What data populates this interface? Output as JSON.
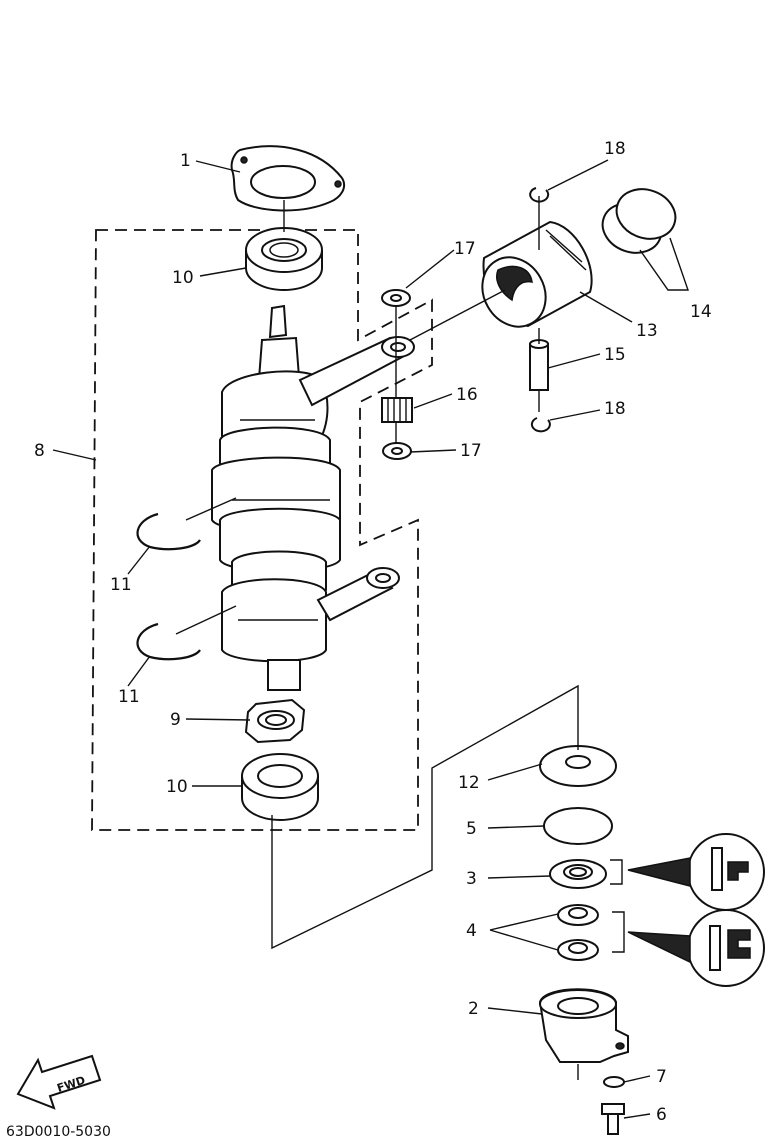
{
  "diagram": {
    "callouts": [
      {
        "id": "1",
        "label": "1"
      },
      {
        "id": "2",
        "label": "2"
      },
      {
        "id": "3",
        "label": "3"
      },
      {
        "id": "4",
        "label": "4"
      },
      {
        "id": "5",
        "label": "5"
      },
      {
        "id": "6",
        "label": "6"
      },
      {
        "id": "7",
        "label": "7"
      },
      {
        "id": "8",
        "label": "8"
      },
      {
        "id": "9",
        "label": "9"
      },
      {
        "id": "10a",
        "label": "10"
      },
      {
        "id": "10b",
        "label": "10"
      },
      {
        "id": "11a",
        "label": "11"
      },
      {
        "id": "11b",
        "label": "11"
      },
      {
        "id": "12",
        "label": "12"
      },
      {
        "id": "13",
        "label": "13"
      },
      {
        "id": "14",
        "label": "14"
      },
      {
        "id": "15",
        "label": "15"
      },
      {
        "id": "16",
        "label": "16"
      },
      {
        "id": "17a",
        "label": "17"
      },
      {
        "id": "17b",
        "label": "17"
      },
      {
        "id": "18a",
        "label": "18"
      },
      {
        "id": "18b",
        "label": "18"
      }
    ],
    "fwd_label": "FWD",
    "figure_code": "63D0010-5030"
  }
}
